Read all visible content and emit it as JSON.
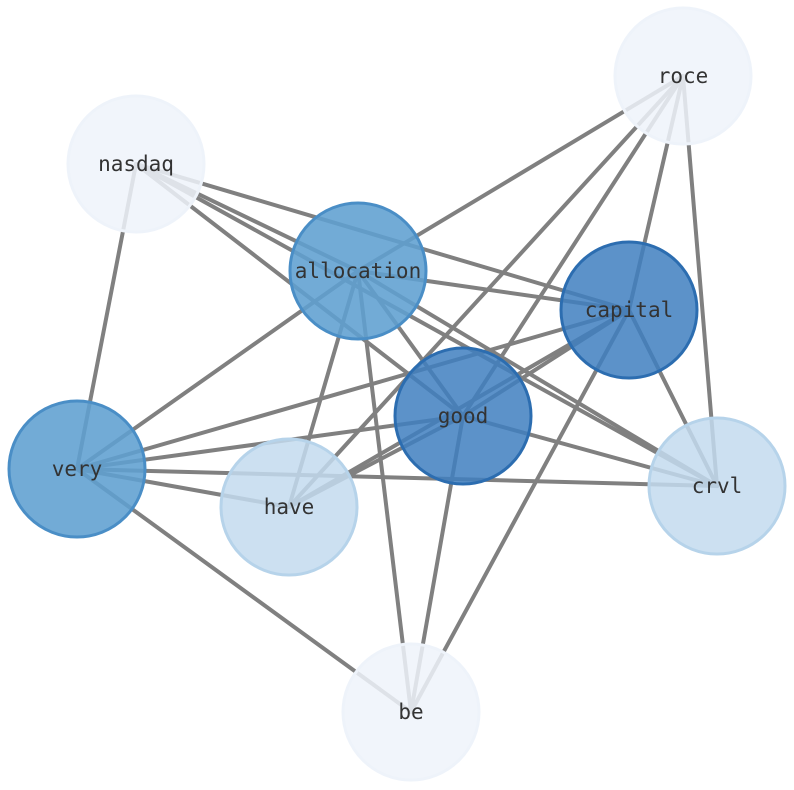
{
  "diagram": {
    "nodes": [
      {
        "id": "roce",
        "label": "roce",
        "fill": "#eef3fa",
        "stroke": "#eef3fa",
        "opacity": 0.85
      },
      {
        "id": "nasdaq",
        "label": "nasdaq",
        "fill": "#eef3fa",
        "stroke": "#eef3fa",
        "opacity": 0.85
      },
      {
        "id": "allocation",
        "label": "allocation",
        "fill": "#5e9fd0",
        "stroke": "#4a8ec6",
        "opacity": 0.88
      },
      {
        "id": "capital",
        "label": "capital",
        "fill": "#3f7fc0",
        "stroke": "#2c6db0",
        "opacity": 0.85
      },
      {
        "id": "good",
        "label": "good",
        "fill": "#3f7fc0",
        "stroke": "#2c6db0",
        "opacity": 0.85
      },
      {
        "id": "very",
        "label": "very",
        "fill": "#5e9fd0",
        "stroke": "#4a8ec6",
        "opacity": 0.88
      },
      {
        "id": "have",
        "label": "have",
        "fill": "#c3dbee",
        "stroke": "#b6d3ea",
        "opacity": 0.85
      },
      {
        "id": "crvl",
        "label": "crvl",
        "fill": "#c3dbee",
        "stroke": "#b6d3ea",
        "opacity": 0.85
      },
      {
        "id": "be",
        "label": "be",
        "fill": "#eef3fa",
        "stroke": "#eef3fa",
        "opacity": 0.85
      }
    ],
    "edges": [
      [
        "roce",
        "allocation"
      ],
      [
        "roce",
        "capital"
      ],
      [
        "roce",
        "good"
      ],
      [
        "roce",
        "have"
      ],
      [
        "roce",
        "crvl"
      ],
      [
        "nasdaq",
        "allocation"
      ],
      [
        "nasdaq",
        "capital"
      ],
      [
        "nasdaq",
        "good"
      ],
      [
        "nasdaq",
        "very"
      ],
      [
        "nasdaq",
        "crvl"
      ],
      [
        "allocation",
        "capital"
      ],
      [
        "allocation",
        "good"
      ],
      [
        "allocation",
        "very"
      ],
      [
        "allocation",
        "have"
      ],
      [
        "allocation",
        "crvl"
      ],
      [
        "allocation",
        "be"
      ],
      [
        "capital",
        "good"
      ],
      [
        "capital",
        "very"
      ],
      [
        "capital",
        "have"
      ],
      [
        "capital",
        "crvl"
      ],
      [
        "capital",
        "be"
      ],
      [
        "good",
        "very"
      ],
      [
        "good",
        "have"
      ],
      [
        "good",
        "crvl"
      ],
      [
        "good",
        "be"
      ],
      [
        "very",
        "have"
      ],
      [
        "very",
        "crvl"
      ],
      [
        "very",
        "be"
      ]
    ]
  }
}
